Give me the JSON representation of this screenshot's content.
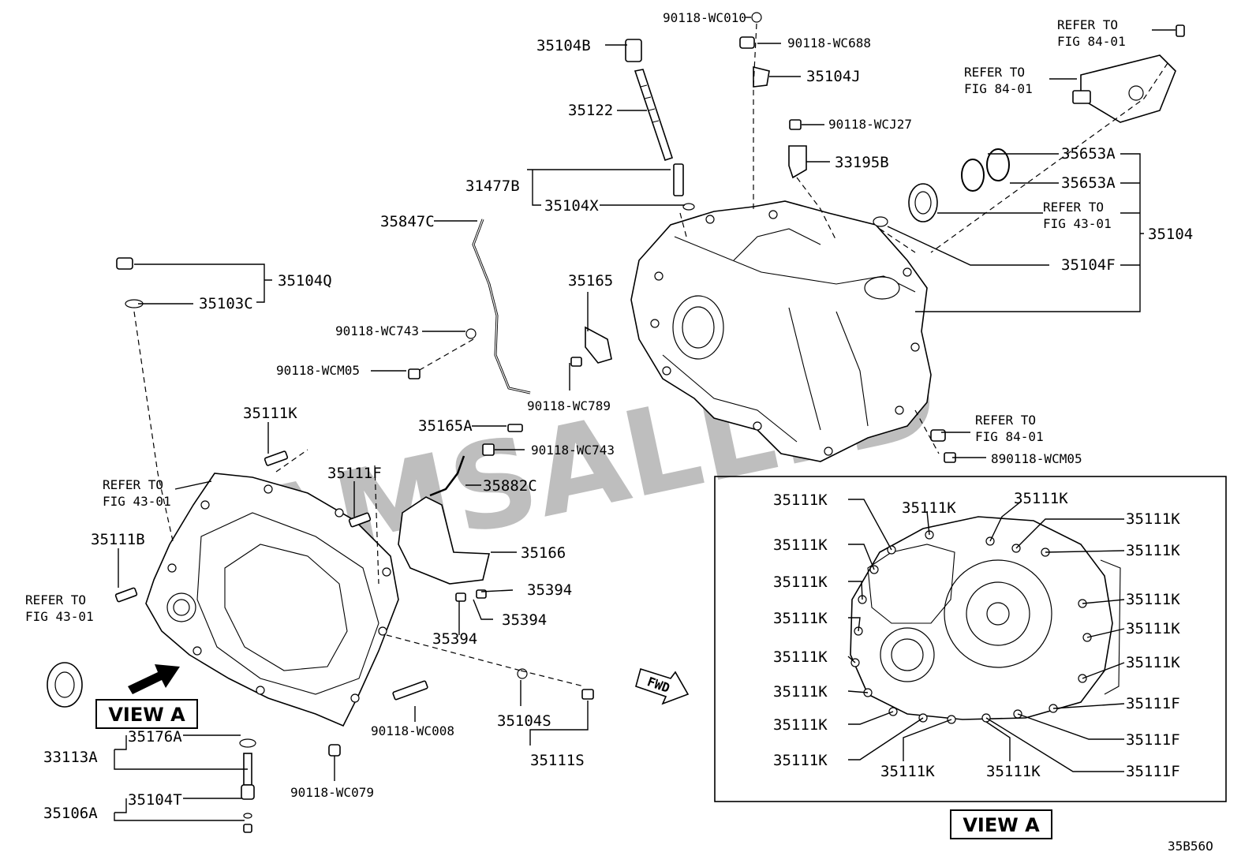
{
  "watermark": "AMSALLYD",
  "figure_code": "35B56O",
  "view_a_label": "VIEW A",
  "fwd_label": "FWD",
  "labels": {
    "l_35104B": "35104B",
    "l_90118_WC010": "90118-WC010",
    "l_90118_WC688": "90118-WC688",
    "l_35104J": "35104J",
    "l_35122": "35122",
    "l_90118_WCJ27": "90118-WCJ27",
    "l_33195B": "33195B",
    "l_31477B": "31477B",
    "l_35104X": "35104X",
    "l_35847C": "35847C",
    "l_35104Q": "35104Q",
    "l_35103C": "35103C",
    "l_35165": "35165",
    "l_90118_WC743_a": "90118-WC743",
    "l_90118_WCM05_a": "90118-WCM05",
    "l_90118_WC789": "90118-WC789",
    "l_35111K_main": "35111K",
    "l_35165A": "35165A",
    "l_90118_WC743_b": "90118-WC743",
    "l_35111F_main": "35111F",
    "l_35882C": "35882C",
    "l_35111B": "35111B",
    "l_35166": "35166",
    "l_35394_a": "35394",
    "l_35394_b": "35394",
    "l_35394_c": "35394",
    "l_35104S": "35104S",
    "l_35111S": "35111S",
    "l_90118_WC008": "90118-WC008",
    "l_90118_WC079": "90118-WC079",
    "l_33113A": "33113A",
    "l_35176A": "35176A",
    "l_35106A": "35106A",
    "l_35104T": "35104T",
    "l_35653A_a": "35653A",
    "l_35653A_b": "35653A",
    "l_35104": "35104",
    "l_35104F": "35104F",
    "l_890118_WCM05": "890118-WCM05"
  },
  "refer_labels": {
    "r_top_1": [
      "REFER TO",
      "FIG 84-01"
    ],
    "r_top_2": [
      "REFER TO",
      "FIG 84-01"
    ],
    "r_mid": [
      "REFER TO",
      "FIG 43-01"
    ],
    "r_right": [
      "REFER TO",
      "FIG 84-01"
    ],
    "r_left_1": [
      "REFER TO",
      "FIG 43-01"
    ],
    "r_left_2": [
      "REFER TO",
      "FIG 43-01"
    ]
  },
  "view_a_callouts": {
    "left": [
      "35111K",
      "35111K",
      "35111K",
      "35111K",
      "35111K",
      "35111K",
      "35111K",
      "35111K"
    ],
    "top": [
      "35111K",
      "35111K"
    ],
    "right": [
      "35111K",
      "35111K",
      "35111K",
      "35111K",
      "35111K",
      "35111F",
      "35111F",
      "35111F"
    ],
    "bottom": [
      "35111K",
      "35111K"
    ]
  }
}
